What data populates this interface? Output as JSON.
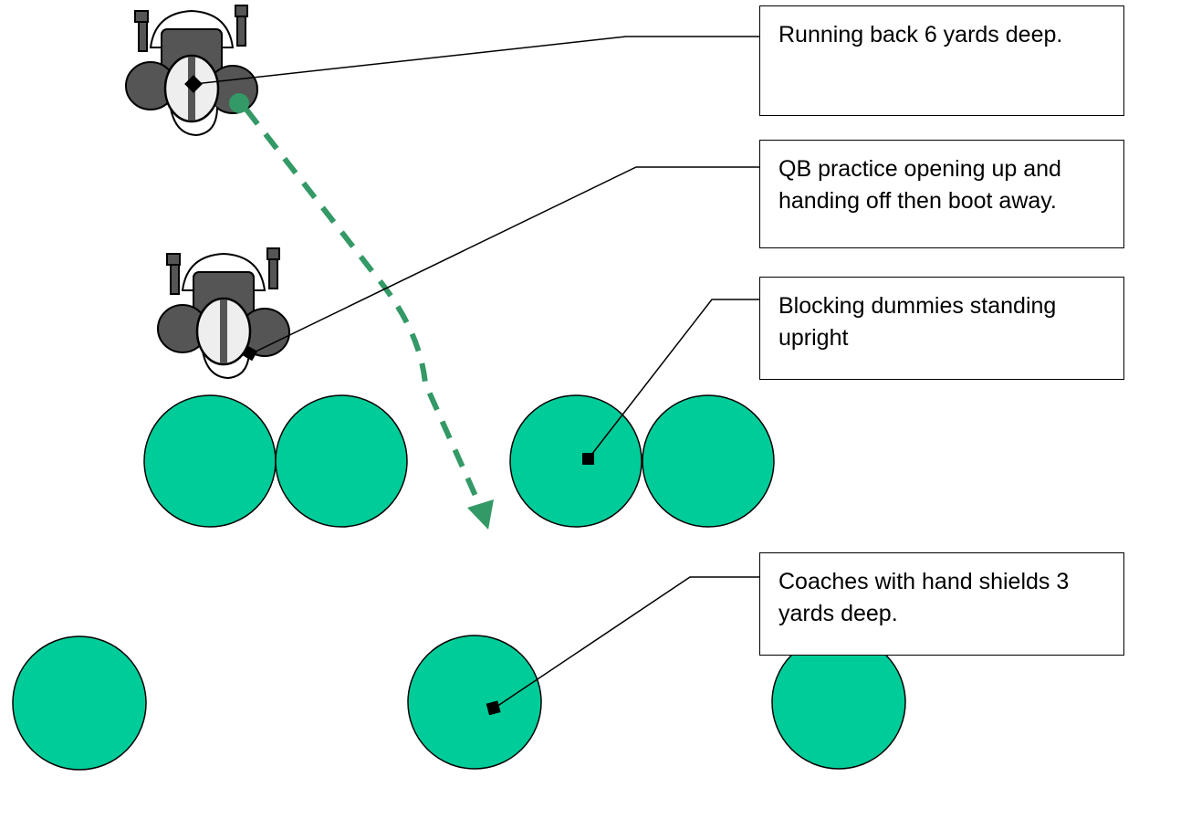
{
  "colors": {
    "dummy_fill": "#00CC99",
    "route": "#339966",
    "outline": "#000000",
    "helmet_dark": "#555555",
    "helmet_light": "#eeeeee"
  },
  "icons": [
    "football-player-icon",
    "blocking-dummy",
    "route-arrow"
  ],
  "callouts": {
    "running_back": "Running back 6 yards deep.",
    "qb": "QB practice opening up and handing off then boot away.",
    "dummies": "Blocking dummies standing upright",
    "coaches": "Coaches with hand shields 3 yards deep."
  }
}
